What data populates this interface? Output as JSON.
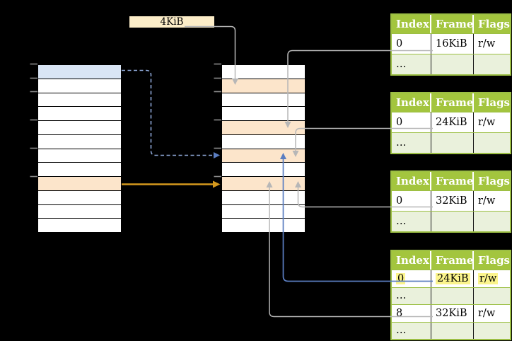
{
  "colors": {
    "background": "#000000",
    "row_white": "#ffffff",
    "row_blue": "#d9e5f5",
    "row_orange": "#fce5cb",
    "label_box_fill": "#fcedc8",
    "table_header_green": "#a3c53e",
    "table_border_green": "#9cbf44",
    "table_zebra_green": "#eaf1dc",
    "highlight_yellow": "#fbf48c",
    "arrow_gray": "#b7b7b7",
    "arrow_orange": "#d6991d",
    "arrow_blue": "#5b7ec1",
    "arrow_blue_dashed": "#8fa9d9",
    "tick_gray": "#8a8a8a"
  },
  "label_box": {
    "text": "4KiB"
  },
  "left_column": {
    "row_count": 12,
    "highlight_blue_rows": [
      0
    ],
    "highlight_orange_rows": [
      8
    ]
  },
  "middle_column": {
    "row_count": 12,
    "highlight_blue_rows": [],
    "highlight_orange_rows": [
      1,
      4,
      6,
      8
    ]
  },
  "page_tables": [
    {
      "headers": [
        "Index",
        "Frame",
        "Flags"
      ],
      "rows": [
        {
          "cells": [
            "0",
            "16KiB",
            "r/w"
          ],
          "zebra": false,
          "highlight": false
        },
        {
          "cells": [
            "…",
            "",
            ""
          ],
          "zebra": true,
          "highlight": false
        }
      ]
    },
    {
      "headers": [
        "Index",
        "Frame",
        "Flags"
      ],
      "rows": [
        {
          "cells": [
            "0",
            "24KiB",
            "r/w"
          ],
          "zebra": false,
          "highlight": false
        },
        {
          "cells": [
            "…",
            "",
            ""
          ],
          "zebra": true,
          "highlight": false
        }
      ]
    },
    {
      "headers": [
        "Index",
        "Frame",
        "Flags"
      ],
      "rows": [
        {
          "cells": [
            "0",
            "32KiB",
            "r/w"
          ],
          "zebra": false,
          "highlight": false
        },
        {
          "cells": [
            "…",
            "",
            ""
          ],
          "zebra": true,
          "highlight": false
        }
      ]
    },
    {
      "headers": [
        "Index",
        "Frame",
        "Flags"
      ],
      "rows": [
        {
          "cells": [
            "0",
            "24KiB",
            "r/w"
          ],
          "zebra": false,
          "highlight": true
        },
        {
          "cells": [
            "…",
            "",
            ""
          ],
          "zebra": true,
          "highlight": false
        },
        {
          "cells": [
            "8",
            "32KiB",
            "r/w"
          ],
          "zebra": false,
          "highlight": false
        },
        {
          "cells": [
            "…",
            "",
            ""
          ],
          "zebra": true,
          "highlight": false
        }
      ]
    }
  ],
  "connections": [
    {
      "from": "page-size-label",
      "to": "middle-column-row-1",
      "style": "gray"
    },
    {
      "from": "table-0-row-0",
      "to": "middle-column-row-4",
      "style": "gray"
    },
    {
      "from": "table-1-row-0",
      "to": "middle-column-row-6",
      "style": "gray"
    },
    {
      "from": "table-2-row-0",
      "to": "middle-column-row-8",
      "style": "gray"
    },
    {
      "from": "table-3-row-0",
      "to": "middle-column-row-6",
      "style": "blue-solid"
    },
    {
      "from": "table-3-row-2",
      "to": "middle-column-row-8",
      "style": "gray"
    },
    {
      "from": "left-column-row-0",
      "to": "middle-column-row-6",
      "style": "blue-dashed"
    },
    {
      "from": "left-column-row-8",
      "to": "middle-column-row-8",
      "style": "orange"
    }
  ]
}
